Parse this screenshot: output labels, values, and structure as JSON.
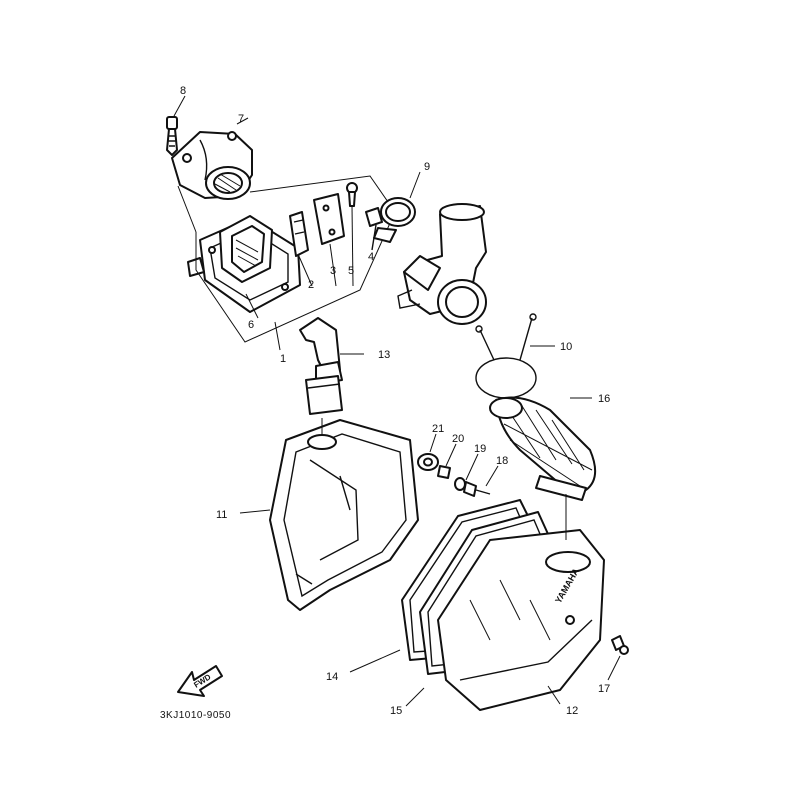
{
  "diagram": {
    "code": "3KJ1010-9050",
    "direction_label": "FWD",
    "brand_text": "YAMAHA",
    "callouts": [
      {
        "id": "1",
        "text": "1"
      },
      {
        "id": "2",
        "text": "2"
      },
      {
        "id": "3",
        "text": "3"
      },
      {
        "id": "4",
        "text": "4"
      },
      {
        "id": "5",
        "text": "5"
      },
      {
        "id": "6",
        "text": "6"
      },
      {
        "id": "7",
        "text": "7"
      },
      {
        "id": "8",
        "text": "8"
      },
      {
        "id": "9",
        "text": "9"
      },
      {
        "id": "10",
        "text": "10"
      },
      {
        "id": "11",
        "text": "11"
      },
      {
        "id": "12",
        "text": "12"
      },
      {
        "id": "13",
        "text": "13"
      },
      {
        "id": "14",
        "text": "14"
      },
      {
        "id": "15",
        "text": "15"
      },
      {
        "id": "16",
        "text": "16"
      },
      {
        "id": "17",
        "text": "17"
      },
      {
        "id": "18",
        "text": "18"
      },
      {
        "id": "19",
        "text": "19"
      },
      {
        "id": "20",
        "text": "20"
      },
      {
        "id": "21",
        "text": "21"
      }
    ]
  }
}
